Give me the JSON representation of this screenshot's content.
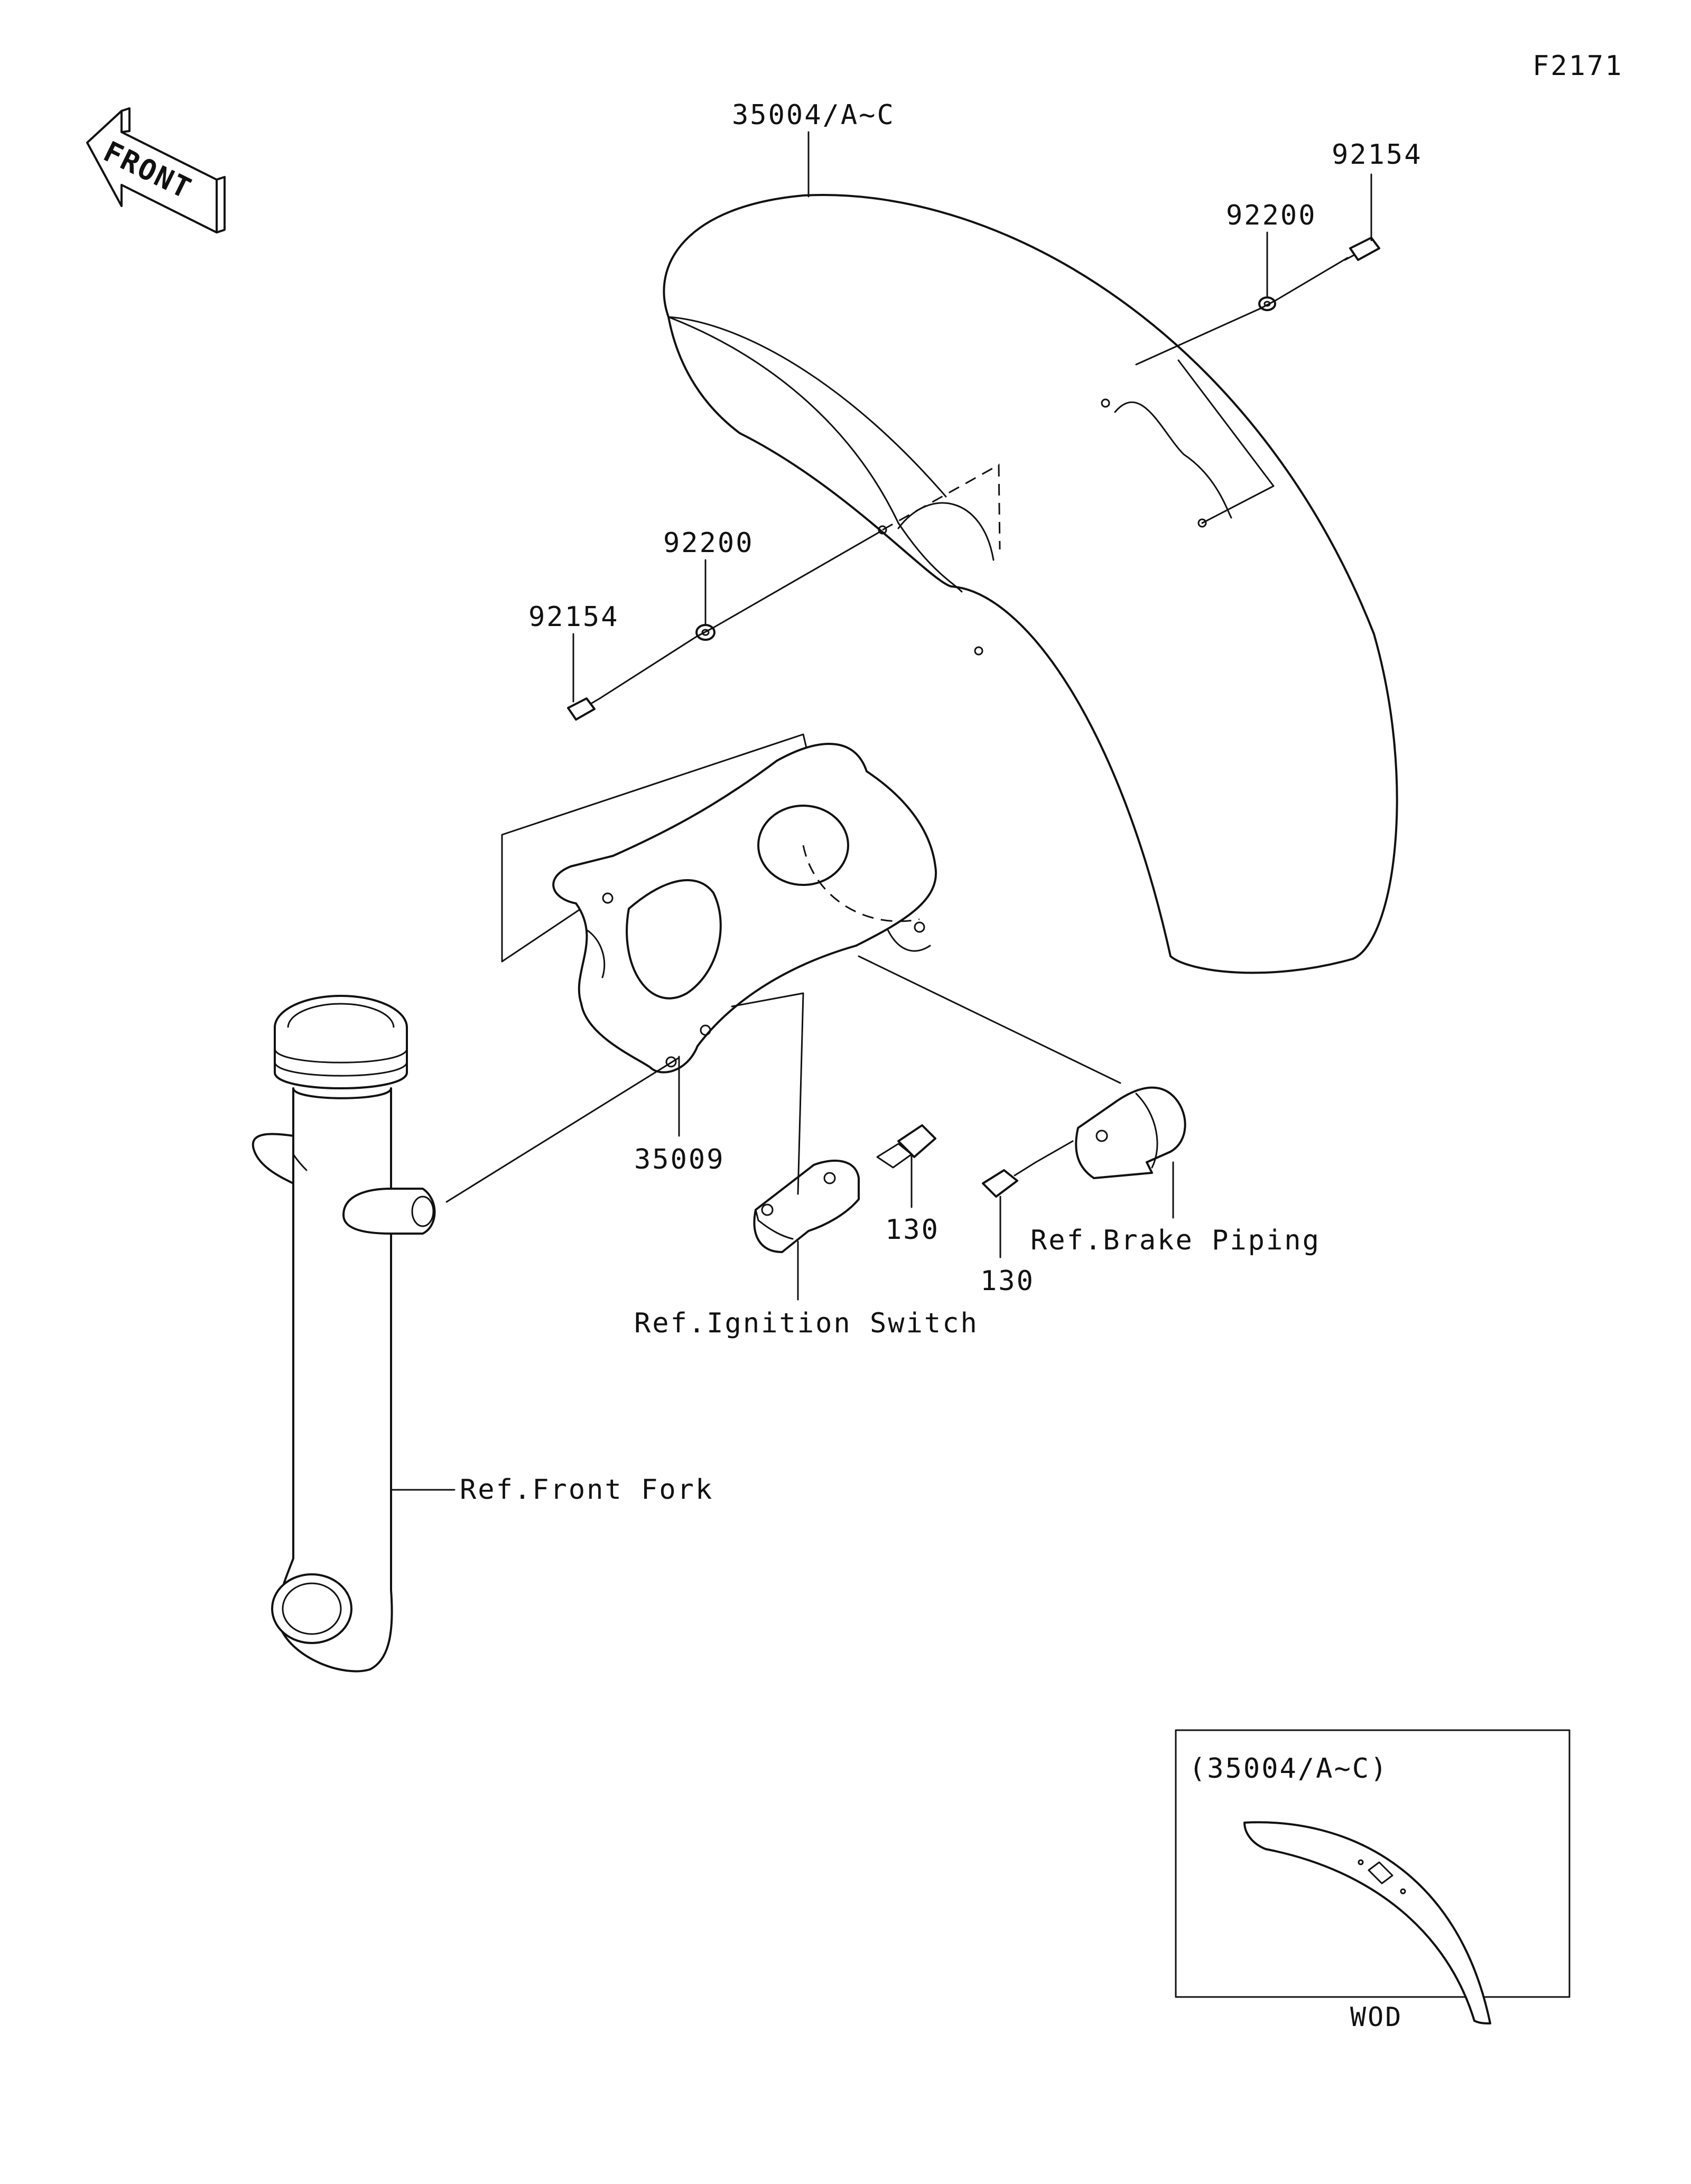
{
  "figure_id": "F2171",
  "front_indicator": {
    "text": "FRONT",
    "icon": "front-arrow-icon"
  },
  "callouts": {
    "fender": "35004/A~C",
    "bolt_right": "92154",
    "washer_right": "92200",
    "washer_left": "92200",
    "bolt_left": "92154",
    "bracket": "35009",
    "bolt_center": "130",
    "bolt_lower": "130"
  },
  "references": {
    "ignition_switch": "Ref.Ignition Switch",
    "brake_piping": "Ref.Brake Piping",
    "front_fork": "Ref.Front Fork"
  },
  "inset": {
    "title": "(35004/A~C)",
    "caption": "WOD"
  }
}
